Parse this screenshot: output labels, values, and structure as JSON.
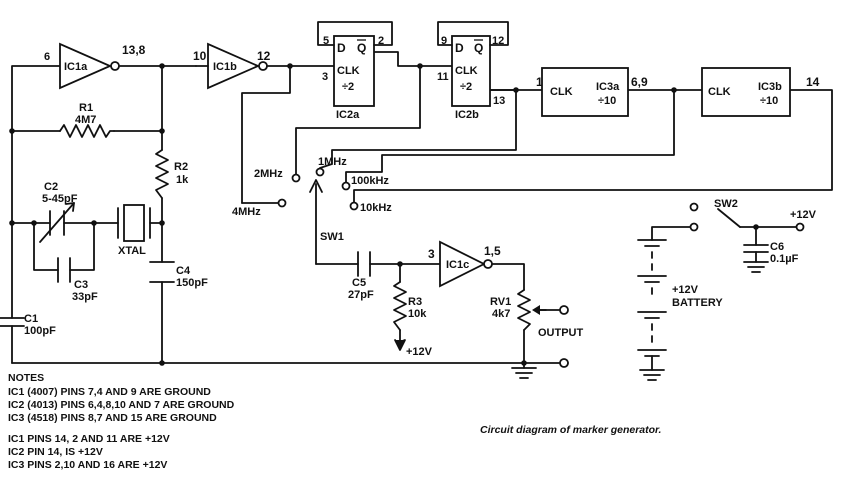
{
  "ic": {
    "ic1a": {
      "name": "IC1a",
      "pin_in": "6",
      "pin_out": "13,8"
    },
    "ic1b": {
      "name": "IC1b",
      "pin_in": "10",
      "pin_out": "12"
    },
    "ic1c": {
      "name": "IC1c",
      "pin_in": "3",
      "pin_out": "1,5"
    },
    "ic2a": {
      "name": "IC2a",
      "d": "D",
      "q": "Q",
      "clk": "CLK",
      "div": "÷2",
      "pin_d": "5",
      "pin_q": "2",
      "pin_clk": "3"
    },
    "ic2b": {
      "name": "IC2b",
      "d": "D",
      "q": "Q",
      "clk": "CLK",
      "div": "÷2",
      "pin_d": "9",
      "pin_q": "12",
      "pin_clk": "11",
      "pin_out": "13"
    },
    "ic3a": {
      "name": "IC3a",
      "clk": "CLK",
      "div": "÷10",
      "pin_in": "1",
      "pin_out": "6,9"
    },
    "ic3b": {
      "name": "IC3b",
      "clk": "CLK",
      "div": "÷10",
      "pin_out": "14"
    }
  },
  "components": {
    "r1": {
      "name": "R1",
      "value": "4M7"
    },
    "r2": {
      "name": "R2",
      "value": "1k"
    },
    "r3": {
      "name": "R3",
      "value": "10k"
    },
    "c1": {
      "name": "C1",
      "value": "100pF"
    },
    "c2": {
      "name": "C2",
      "value": "5-45pF"
    },
    "c3": {
      "name": "C3",
      "value": "33pF"
    },
    "c4": {
      "name": "C4",
      "value": "150pF"
    },
    "c5": {
      "name": "C5",
      "value": "27pF"
    },
    "c6": {
      "name": "C6",
      "value": "0.1µF"
    },
    "xtal": "XTAL",
    "rv1": {
      "name": "RV1",
      "value": "4k7"
    },
    "sw1": "SW1",
    "sw2": "SW2",
    "battery": {
      "voltage": "+12V",
      "label": "BATTERY"
    },
    "supply_c6": "+12V",
    "supply_r3": "+12V",
    "output": "OUTPUT"
  },
  "switch_positions": [
    "2MHz",
    "4MHz",
    "1MHz",
    "100kHz",
    "10kHz"
  ],
  "notes": {
    "title": "NOTES",
    "lines": [
      "IC1 (4007) PINS 7,4 AND 9 ARE GROUND",
      "IC2 (4013) PINS 6,4,8,10 AND 7 ARE GROUND",
      "IC3 (4518) PINS 8,7 AND 15 ARE GROUND",
      "IC1 PINS 14, 2 AND 11 ARE +12V",
      "IC2 PIN 14, IS +12V",
      "IC3 PINS 2,10 AND 16 ARE +12V"
    ]
  },
  "caption": "Circuit diagram of marker generator."
}
